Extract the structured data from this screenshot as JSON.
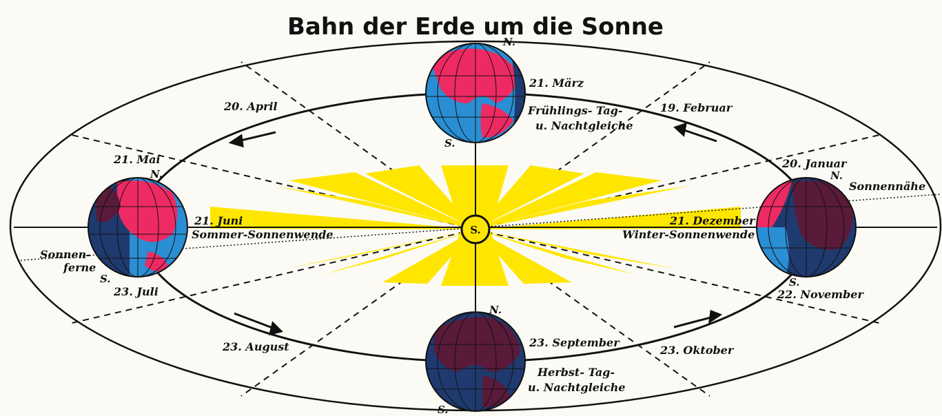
{
  "diagram": {
    "title": "Bahn der Erde um die Sonne",
    "sun_label": "S.",
    "colors": {
      "orbit": "#111111",
      "sun_rays": "#ffe600",
      "land_lit": "#ee2a63",
      "land_dark": "#5a1a3a",
      "ocean_lit": "#2a8ed4",
      "ocean_dark": "#1f3a6e",
      "background": "#fbfaf4"
    },
    "months": [
      {
        "id": "april",
        "text": "20. April"
      },
      {
        "id": "mai",
        "text": "21. Mai"
      },
      {
        "id": "juni",
        "text": "21. Juni"
      },
      {
        "id": "juni-sub",
        "text": "Sommer-Sonnenwende"
      },
      {
        "id": "juli",
        "text": "23. Juli"
      },
      {
        "id": "august",
        "text": "23. August"
      },
      {
        "id": "september",
        "text": "23. September"
      },
      {
        "id": "herbst-1",
        "text": "Herbst- Tag-"
      },
      {
        "id": "herbst-2",
        "text": "u. Nachtgleiche"
      },
      {
        "id": "oktober",
        "text": "23. Oktober"
      },
      {
        "id": "november",
        "text": "22. November"
      },
      {
        "id": "dezember",
        "text": "21. Dezember"
      },
      {
        "id": "dezember-sub",
        "text": "Winter-Sonnenwende"
      },
      {
        "id": "januar",
        "text": "20. Januar"
      },
      {
        "id": "februar",
        "text": "19. Februar"
      },
      {
        "id": "maerz",
        "text": "21. März"
      },
      {
        "id": "fruehling-1",
        "text": "Frühlings- Tag-"
      },
      {
        "id": "fruehling-2",
        "text": "u. Nachtgleiche"
      }
    ],
    "apsides": {
      "aphelion_1": "Sonnen-",
      "aphelion_2": "ferne",
      "perihelion": "Sonnennähe"
    },
    "poles": {
      "north": "N.",
      "south": "S."
    }
  }
}
